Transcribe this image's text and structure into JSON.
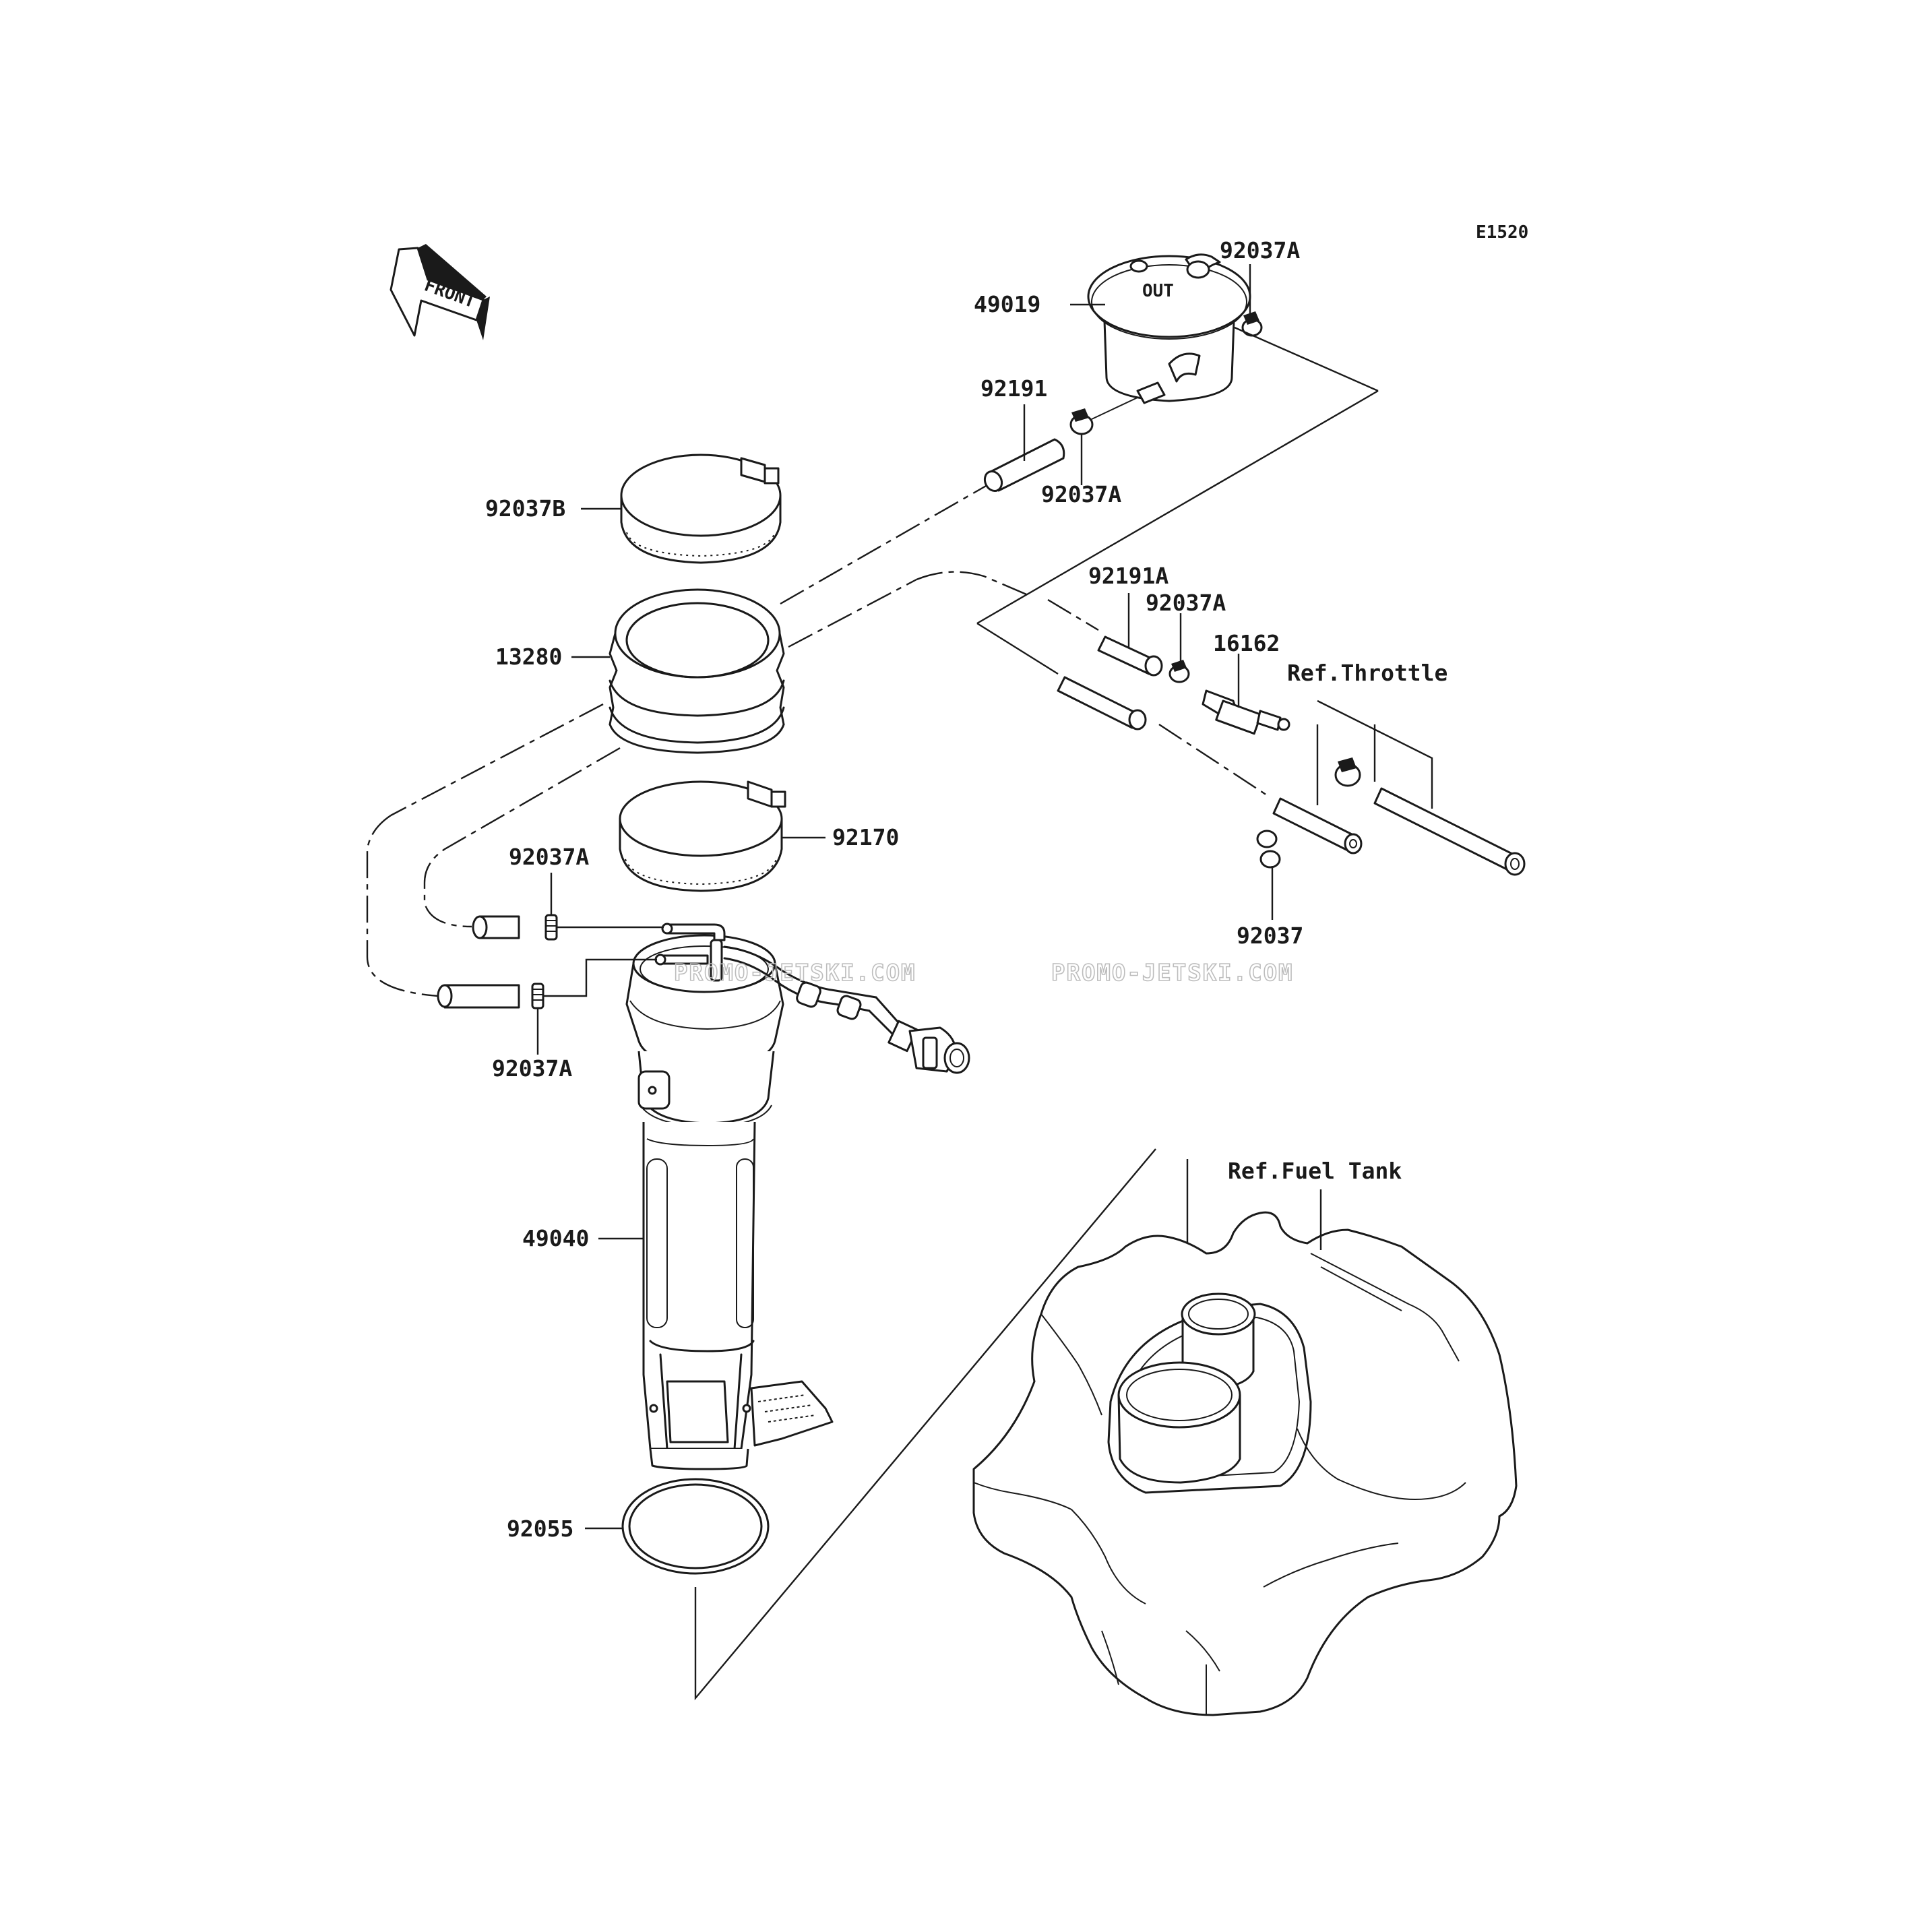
{
  "diagram_code": "E1520",
  "front_arrow_label": "FRONT",
  "watermark": {
    "text_1": "PROMO-JETSKI.COM",
    "text_2": "PROMO-JETSKI.COM"
  },
  "parts": {
    "p49019": "49019",
    "p92037A_top": "92037A",
    "p92191": "92191",
    "p92037A_mid": "92037A",
    "p92037B": "92037B",
    "p13280": "13280",
    "p92191A": "92191A",
    "p92037A_right": "92037A",
    "p16162": "16162",
    "p92170": "92170",
    "p92037A_left_top": "92037A",
    "p92037A_left_bottom": "92037A",
    "p92037": "92037",
    "p49040": "49040",
    "p92055": "92055"
  },
  "references": {
    "throttle": "Ref.Throttle",
    "fuel_tank": "Ref.Fuel Tank"
  }
}
